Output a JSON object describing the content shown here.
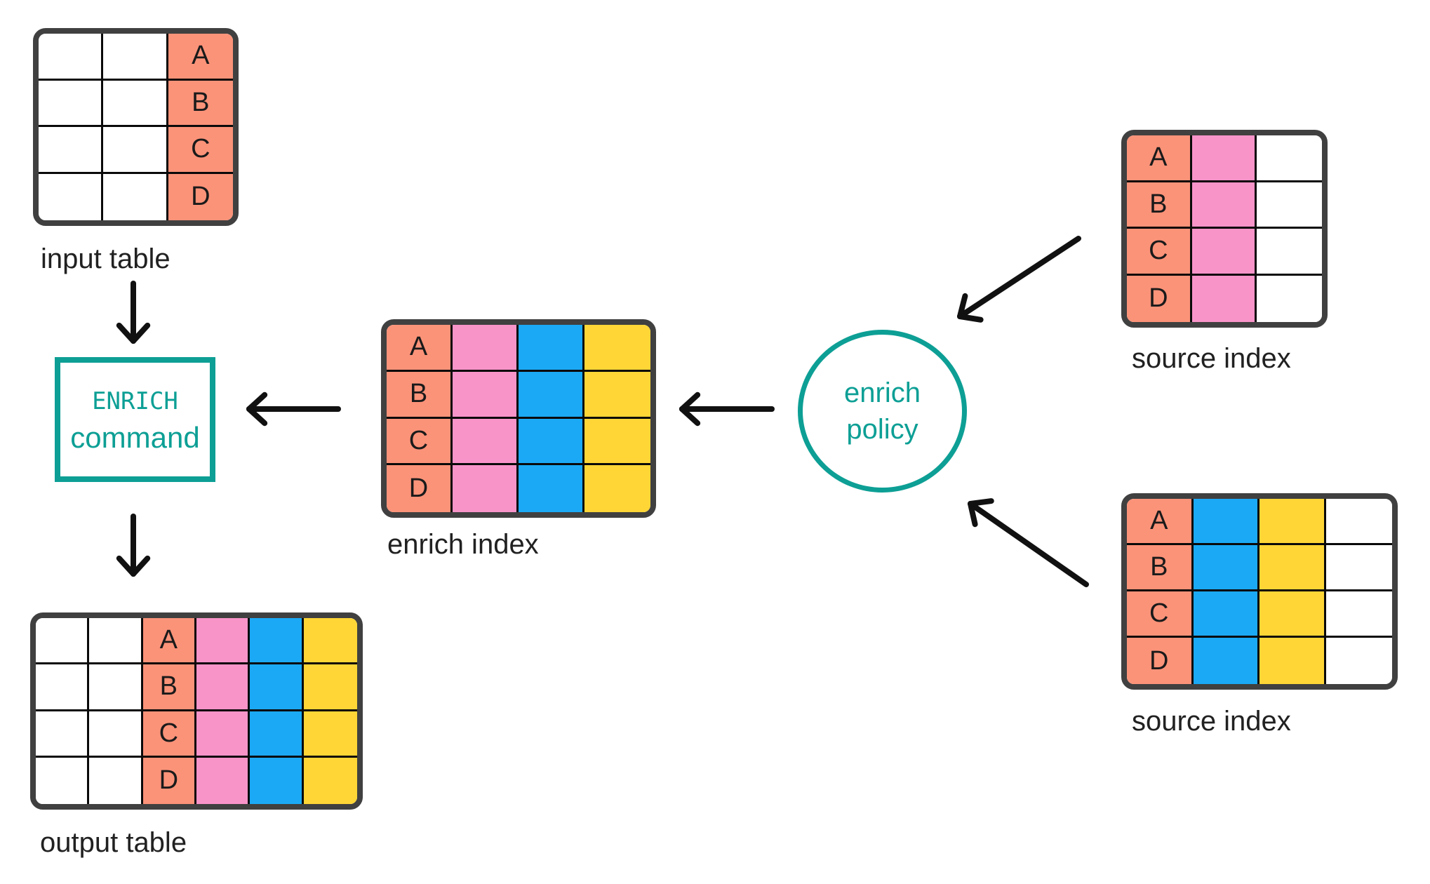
{
  "colors": {
    "blank": "#ffffff",
    "match": "#FB9379",
    "pink": "#F994C9",
    "blue": "#1BA9F5",
    "yellow": "#FFD636",
    "teal": "#0D9F95",
    "table-border": "#404040",
    "grid-line": "#0a0a0a",
    "arrow": "#111111",
    "text": "#212121"
  },
  "row_keys": [
    "A",
    "B",
    "C",
    "D"
  ],
  "tables": {
    "input-table": {
      "label": "input table",
      "cols": [
        "blank",
        "blank",
        "match"
      ]
    },
    "enrich-index-table": {
      "label": "enrich index",
      "cols": [
        "match",
        "pink",
        "blue",
        "yellow"
      ]
    },
    "source-top-table": {
      "label": "source index",
      "cols": [
        "match",
        "pink",
        "blank"
      ]
    },
    "source-bottom-table": {
      "label": "source index",
      "cols": [
        "match",
        "blue",
        "yellow",
        "blank"
      ]
    },
    "output-table": {
      "label": "output table",
      "cols": [
        "blank",
        "blank",
        "match",
        "pink",
        "blue",
        "yellow"
      ]
    }
  },
  "enrich_command": {
    "line1": "ENRICH",
    "line2": "command"
  },
  "enrich_policy": {
    "line1": "enrich",
    "line2": "policy"
  }
}
